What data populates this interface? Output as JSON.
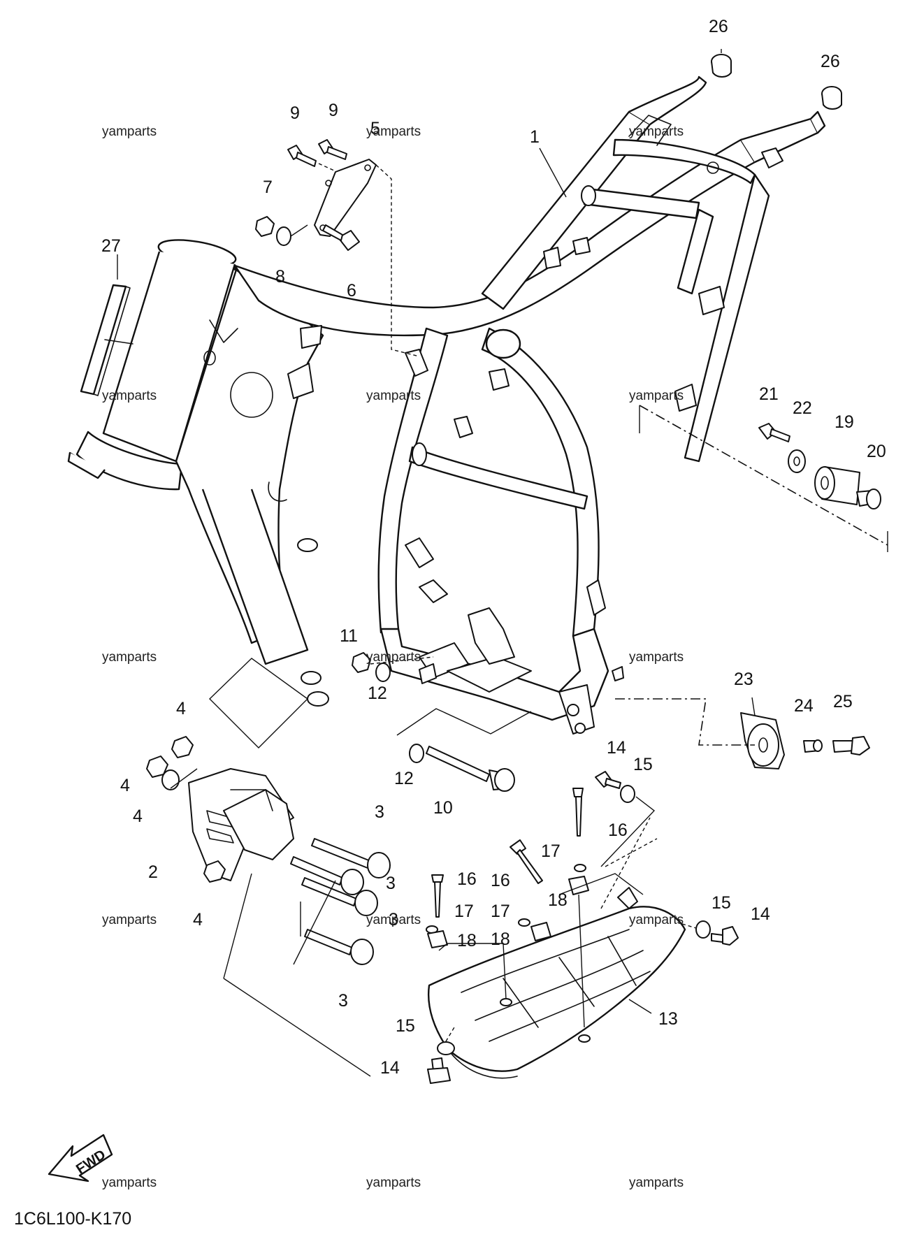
{
  "diagram_code": "1C6L100-K170",
  "fwd_label": "FWD",
  "watermark": "yamparts",
  "callouts": {
    "c1": "1",
    "c2": "2",
    "c3a": "3",
    "c3b": "3",
    "c3c": "3",
    "c3d": "3",
    "c4a": "4",
    "c4b": "4",
    "c4c": "4",
    "c4d": "4",
    "c5": "5",
    "c6": "6",
    "c7": "7",
    "c8": "8",
    "c9a": "9",
    "c9b": "9",
    "c10": "10",
    "c11": "11",
    "c12a": "12",
    "c12b": "12",
    "c13": "13",
    "c14a": "14",
    "c14b": "14",
    "c14c": "14",
    "c15a": "15",
    "c15b": "15",
    "c15c": "15",
    "c16a": "16",
    "c16b": "16",
    "c16c": "16",
    "c17a": "17",
    "c17b": "17",
    "c17c": "17",
    "c18a": "18",
    "c18b": "18",
    "c18c": "18",
    "c19": "19",
    "c20": "20",
    "c21": "21",
    "c22": "22",
    "c23": "23",
    "c24": "24",
    "c25": "25",
    "c26a": "26",
    "c26b": "26",
    "c27": "27"
  }
}
